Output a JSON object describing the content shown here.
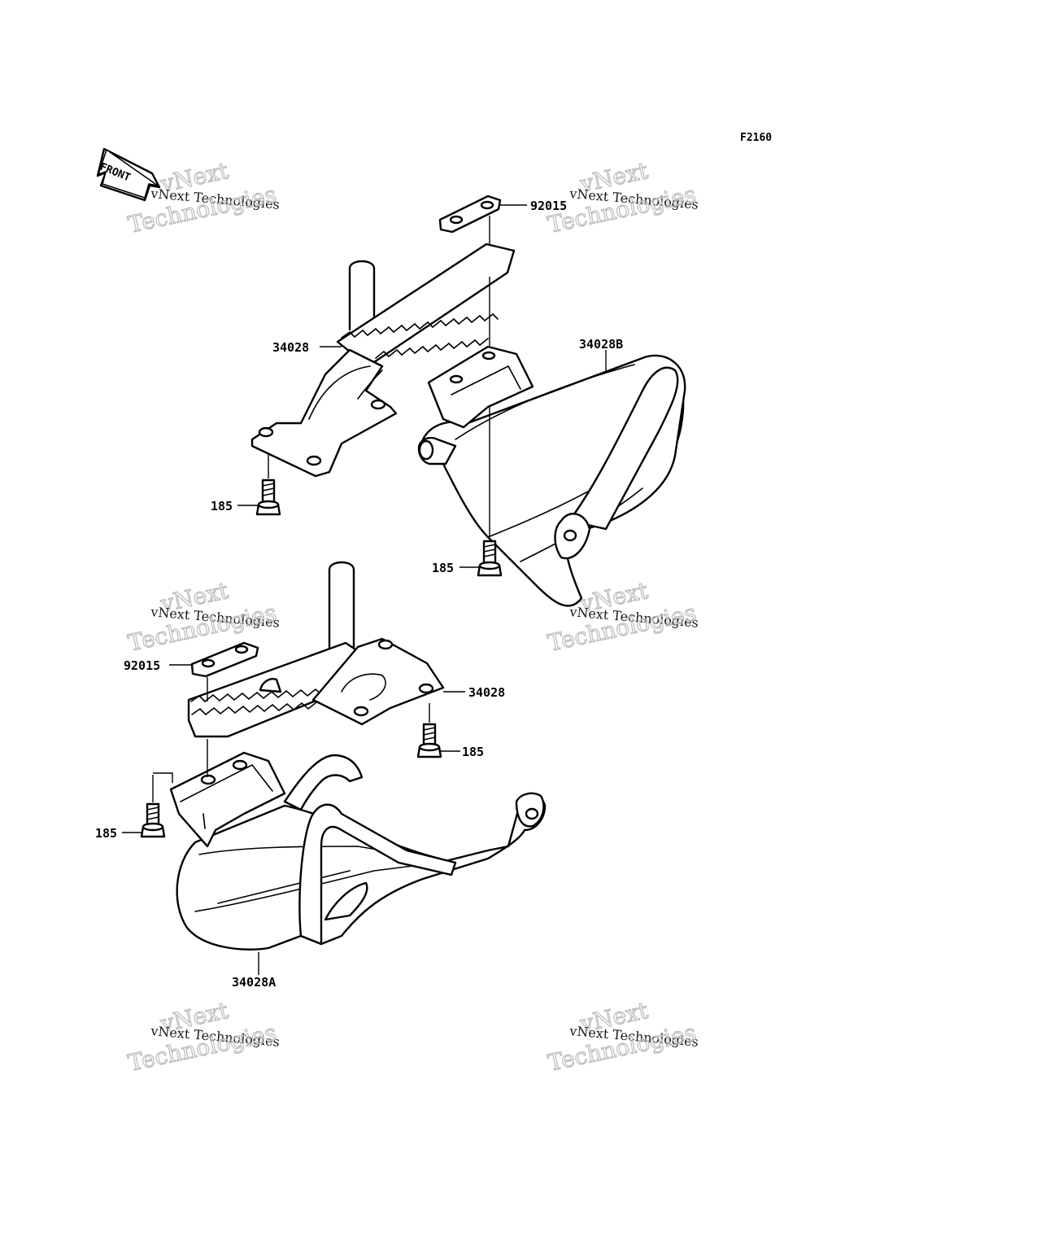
{
  "figure_code": "F2160",
  "front_label": "FRONT",
  "watermark": {
    "line1": "vNext",
    "line2": "vNext Technologies",
    "line3": "Technologies"
  },
  "labels": {
    "washer_plate_upper": "92015",
    "step_upper": "34028",
    "bracket_upper": "34028B",
    "bolt_upper_left": "185",
    "bolt_upper_right": "185",
    "washer_plate_lower": "92015",
    "step_lower": "34028",
    "bolt_lower_right": "185",
    "bolt_lower_left": "185",
    "bracket_lower": "34028A"
  }
}
